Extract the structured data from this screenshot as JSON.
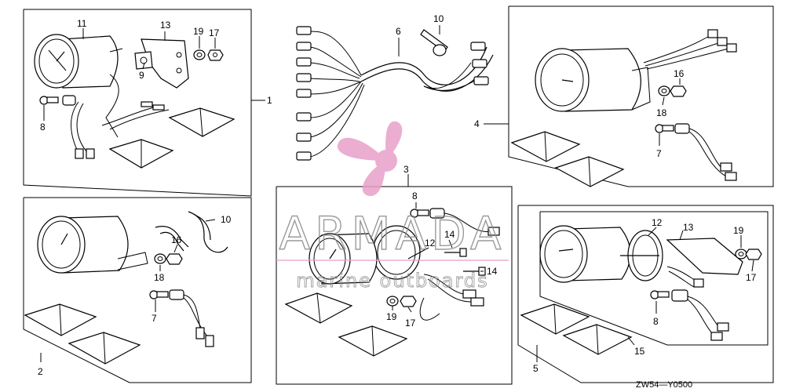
{
  "callouts": {
    "p1": "1",
    "p2": "2",
    "p3": "3",
    "p4": "4",
    "p5": "5",
    "p6": "6",
    "p7": "7",
    "p8": "8",
    "p9": "9",
    "p10": "10",
    "p11": "11",
    "p12": "12",
    "p13": "13",
    "p14": "14",
    "p15": "15",
    "p16": "16",
    "p17": "17",
    "p18": "18",
    "p19": "19"
  },
  "diagram_code": "ZW54—Y0500",
  "watermark": {
    "brand": "ARMADA",
    "tagline": "marine outboards",
    "colors": {
      "pink": "#e8a0c8",
      "grey": "#8a8a8a"
    }
  }
}
